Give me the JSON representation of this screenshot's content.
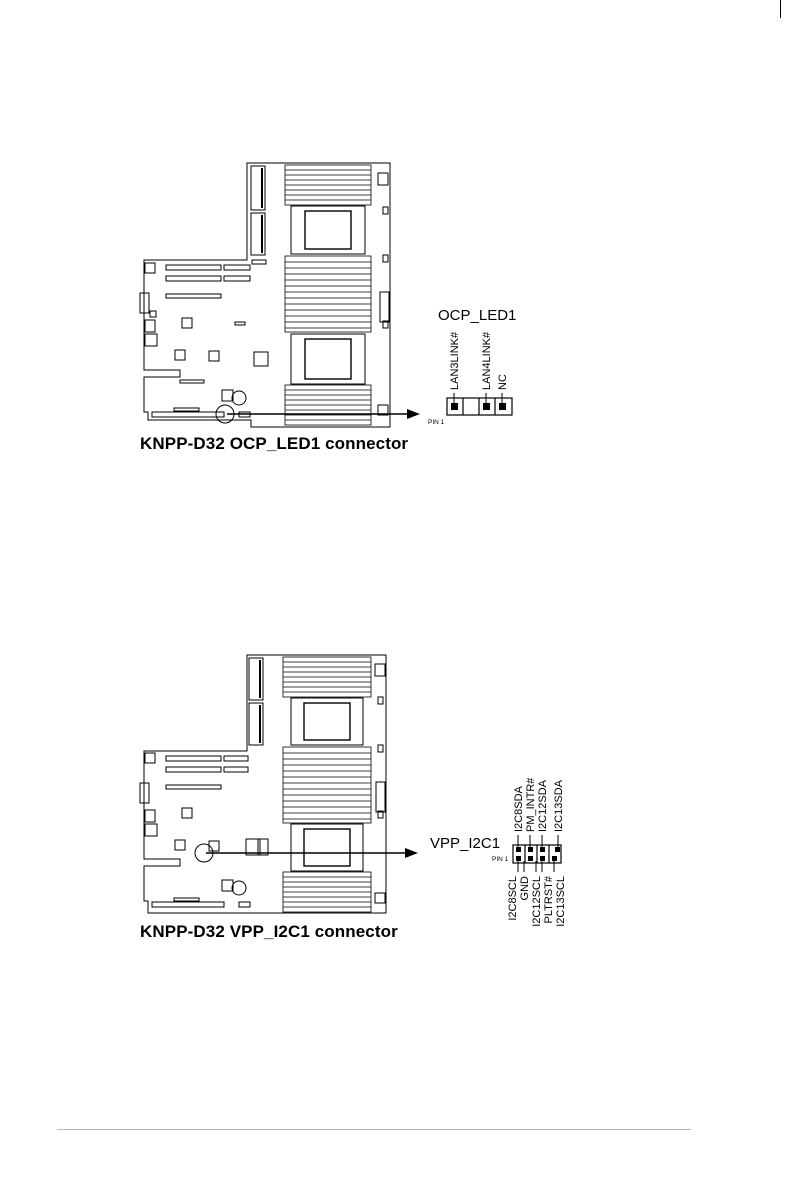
{
  "figures": [
    {
      "caption": "KNPP-D32 OCP_LED1 connector",
      "header_name": "OCP_LED1",
      "pin1_label": "PIN 1",
      "pins": [
        "LAN3LINK#",
        "LAN4LINK#",
        "NC"
      ]
    },
    {
      "caption": "KNPP-D32 VPP_I2C1 connector",
      "header_name": "VPP_I2C1",
      "pin1_label": "PIN 1",
      "pins_top": [
        "I2C8SDA",
        "PM_INTR#",
        "I2C12SDA",
        "I2C13SDA"
      ],
      "pins_bottom": [
        "I2C8SCL",
        "GND",
        "I2C12SCL",
        "PLTRST#",
        "I2C13SCL"
      ]
    }
  ]
}
